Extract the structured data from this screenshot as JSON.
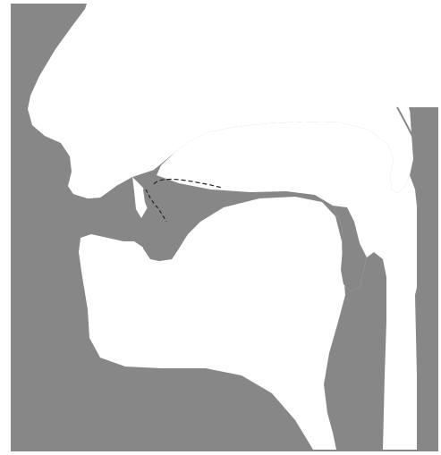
{
  "figure": {
    "kind": "sagittal section of the vocal tract",
    "colors": {
      "tissue": "#878787",
      "background": "#ffffff",
      "dashed_outline": "#222222",
      "lines": "#ffffff"
    },
    "parts": [
      "head-silhouette",
      "upper-lip",
      "lower-lip",
      "upper-teeth",
      "lower-teeth",
      "tongue",
      "palate-dashed-outline",
      "oral-cavity",
      "uvula",
      "pharynx",
      "epiglottis",
      "larynx-lines"
    ]
  }
}
